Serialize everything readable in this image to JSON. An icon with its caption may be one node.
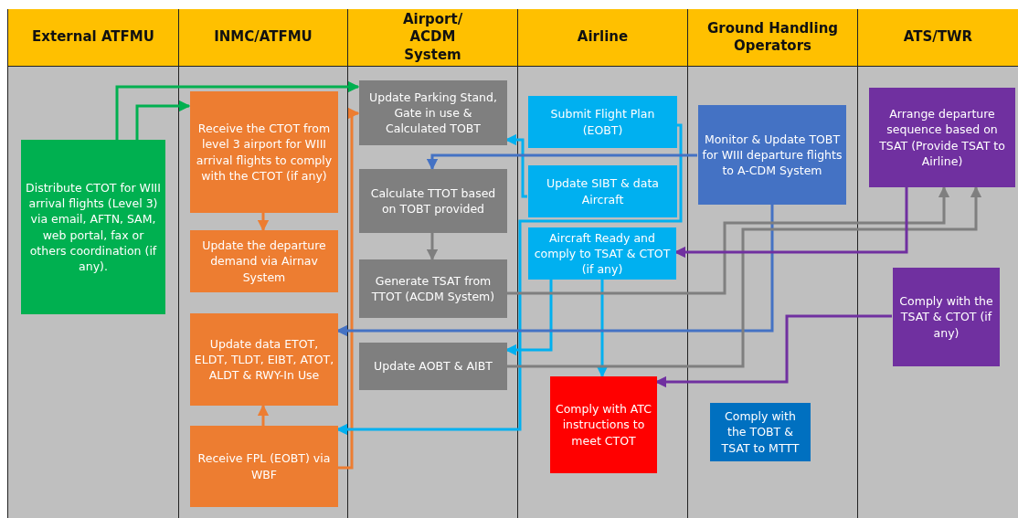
{
  "diagram": {
    "nodes": [
      {
        "text": [
          "External ATFMU"
        ]
      },
      {
        "text": [
          "INMC/ATFMU"
        ]
      },
      {
        "text": [
          "Airport/ ACDM System"
        ]
      },
      {
        "text": [
          "Airline"
        ]
      },
      {
        "text": [
          "Ground Handling Operators"
        ]
      },
      {
        "text": [
          "ATS/TWR"
        ]
      },
      {
        "text": [
          "Distribute CTOT for WIII arrival flights (Level 3) via email, AFTN, SAM, web portal, fax or others coordination (if any)."
        ],
        "in": 0
      },
      {
        "text": [
          "Receive the CTOT from level 3 airport for WIII arrival flights to comply with the CTOT (if any)"
        ],
        "in": 1
      },
      {
        "text": [
          "Update the departure demand via Airnav System"
        ],
        "in": 1
      },
      {
        "text": [
          "Update data ETOT, ELDT, TLDT, EIBT, ATOT, ALDT & RWY-In Use"
        ],
        "in": 1
      },
      {
        "text": [
          "Receive FPL (EOBT) via WBF"
        ],
        "in": 1
      },
      {
        "text": [
          "Update Parking Stand, Gate in use & Calculated TOBT"
        ],
        "in": 2
      },
      {
        "text": [
          "Calculate TTOT based on TOBT provided"
        ],
        "in": 2
      },
      {
        "text": [
          "Generate TSAT from TTOT (ACDM System)"
        ],
        "in": 2
      },
      {
        "text": [
          "Update AOBT & AIBT"
        ],
        "in": 2
      },
      {
        "text": [
          "Submit Flight Plan (EOBT)"
        ],
        "in": 3
      },
      {
        "text": [
          "Update SIBT & data Aircraft"
        ],
        "in": 3
      },
      {
        "text": [
          "Aircraft Ready and comply to TSAT & CTOT (if any)"
        ],
        "in": 3
      },
      {
        "text": [
          "Comply with ATC instructions to meet CTOT"
        ],
        "in": 3
      },
      {
        "text": [
          "Monitor & Update TOBT for WIII departure flights to A-CDM System"
        ],
        "in": 4
      },
      {
        "text": [
          "Comply with the TOBT & TSAT to MTTT"
        ],
        "in": 4
      },
      {
        "text": [
          "Arrange departure sequence based on TSAT (Provide TSAT to Airline)"
        ],
        "in": 5
      },
      {
        "text": [
          "Comply with the TSAT & CTOT (if any)"
        ],
        "in": 5
      }
    ],
    "edges": [
      {
        "from": 6,
        "to": 7,
        "arrow": "to",
        "color": "#00b050"
      },
      {
        "from": 6,
        "to": 11,
        "arrow": "to",
        "color": "#00b050"
      },
      {
        "from": 7,
        "to": 8,
        "arrow": "to",
        "color": "#ed7d31"
      },
      {
        "from": 10,
        "to": 9,
        "arrow": "to",
        "color": "#ed7d31"
      },
      {
        "from": 10,
        "to": 11,
        "arrow": "to",
        "color": "#ed7d31"
      },
      {
        "from": 12,
        "to": 13,
        "arrow": "to",
        "color": "#7f7f7f"
      },
      {
        "from": 16,
        "to": 11,
        "arrow": "to"
      },
      {
        "from": 15,
        "to": 10,
        "arrow": "to"
      },
      {
        "from": 17,
        "to": 14,
        "arrow": "to"
      },
      {
        "from": 17,
        "to": 18,
        "arrow": "to"
      },
      {
        "from": 19,
        "to": 12,
        "arrow": "to",
        "color": "#4472c4"
      },
      {
        "from": 19,
        "to": 9,
        "arrow": "to",
        "color": "#4472c4"
      },
      {
        "from": 13,
        "to": 21,
        "arrow": "to",
        "color": "#7f7f7f"
      },
      {
        "from": 14,
        "to": 21,
        "arrow": "to",
        "color": "#7f7f7f"
      },
      {
        "from": 21,
        "to": 17,
        "arrow": "to",
        "color": "#7030a0"
      },
      {
        "from": 22,
        "to": 18,
        "arrow": "to",
        "color": "#7030a0"
      }
    ]
  }
}
